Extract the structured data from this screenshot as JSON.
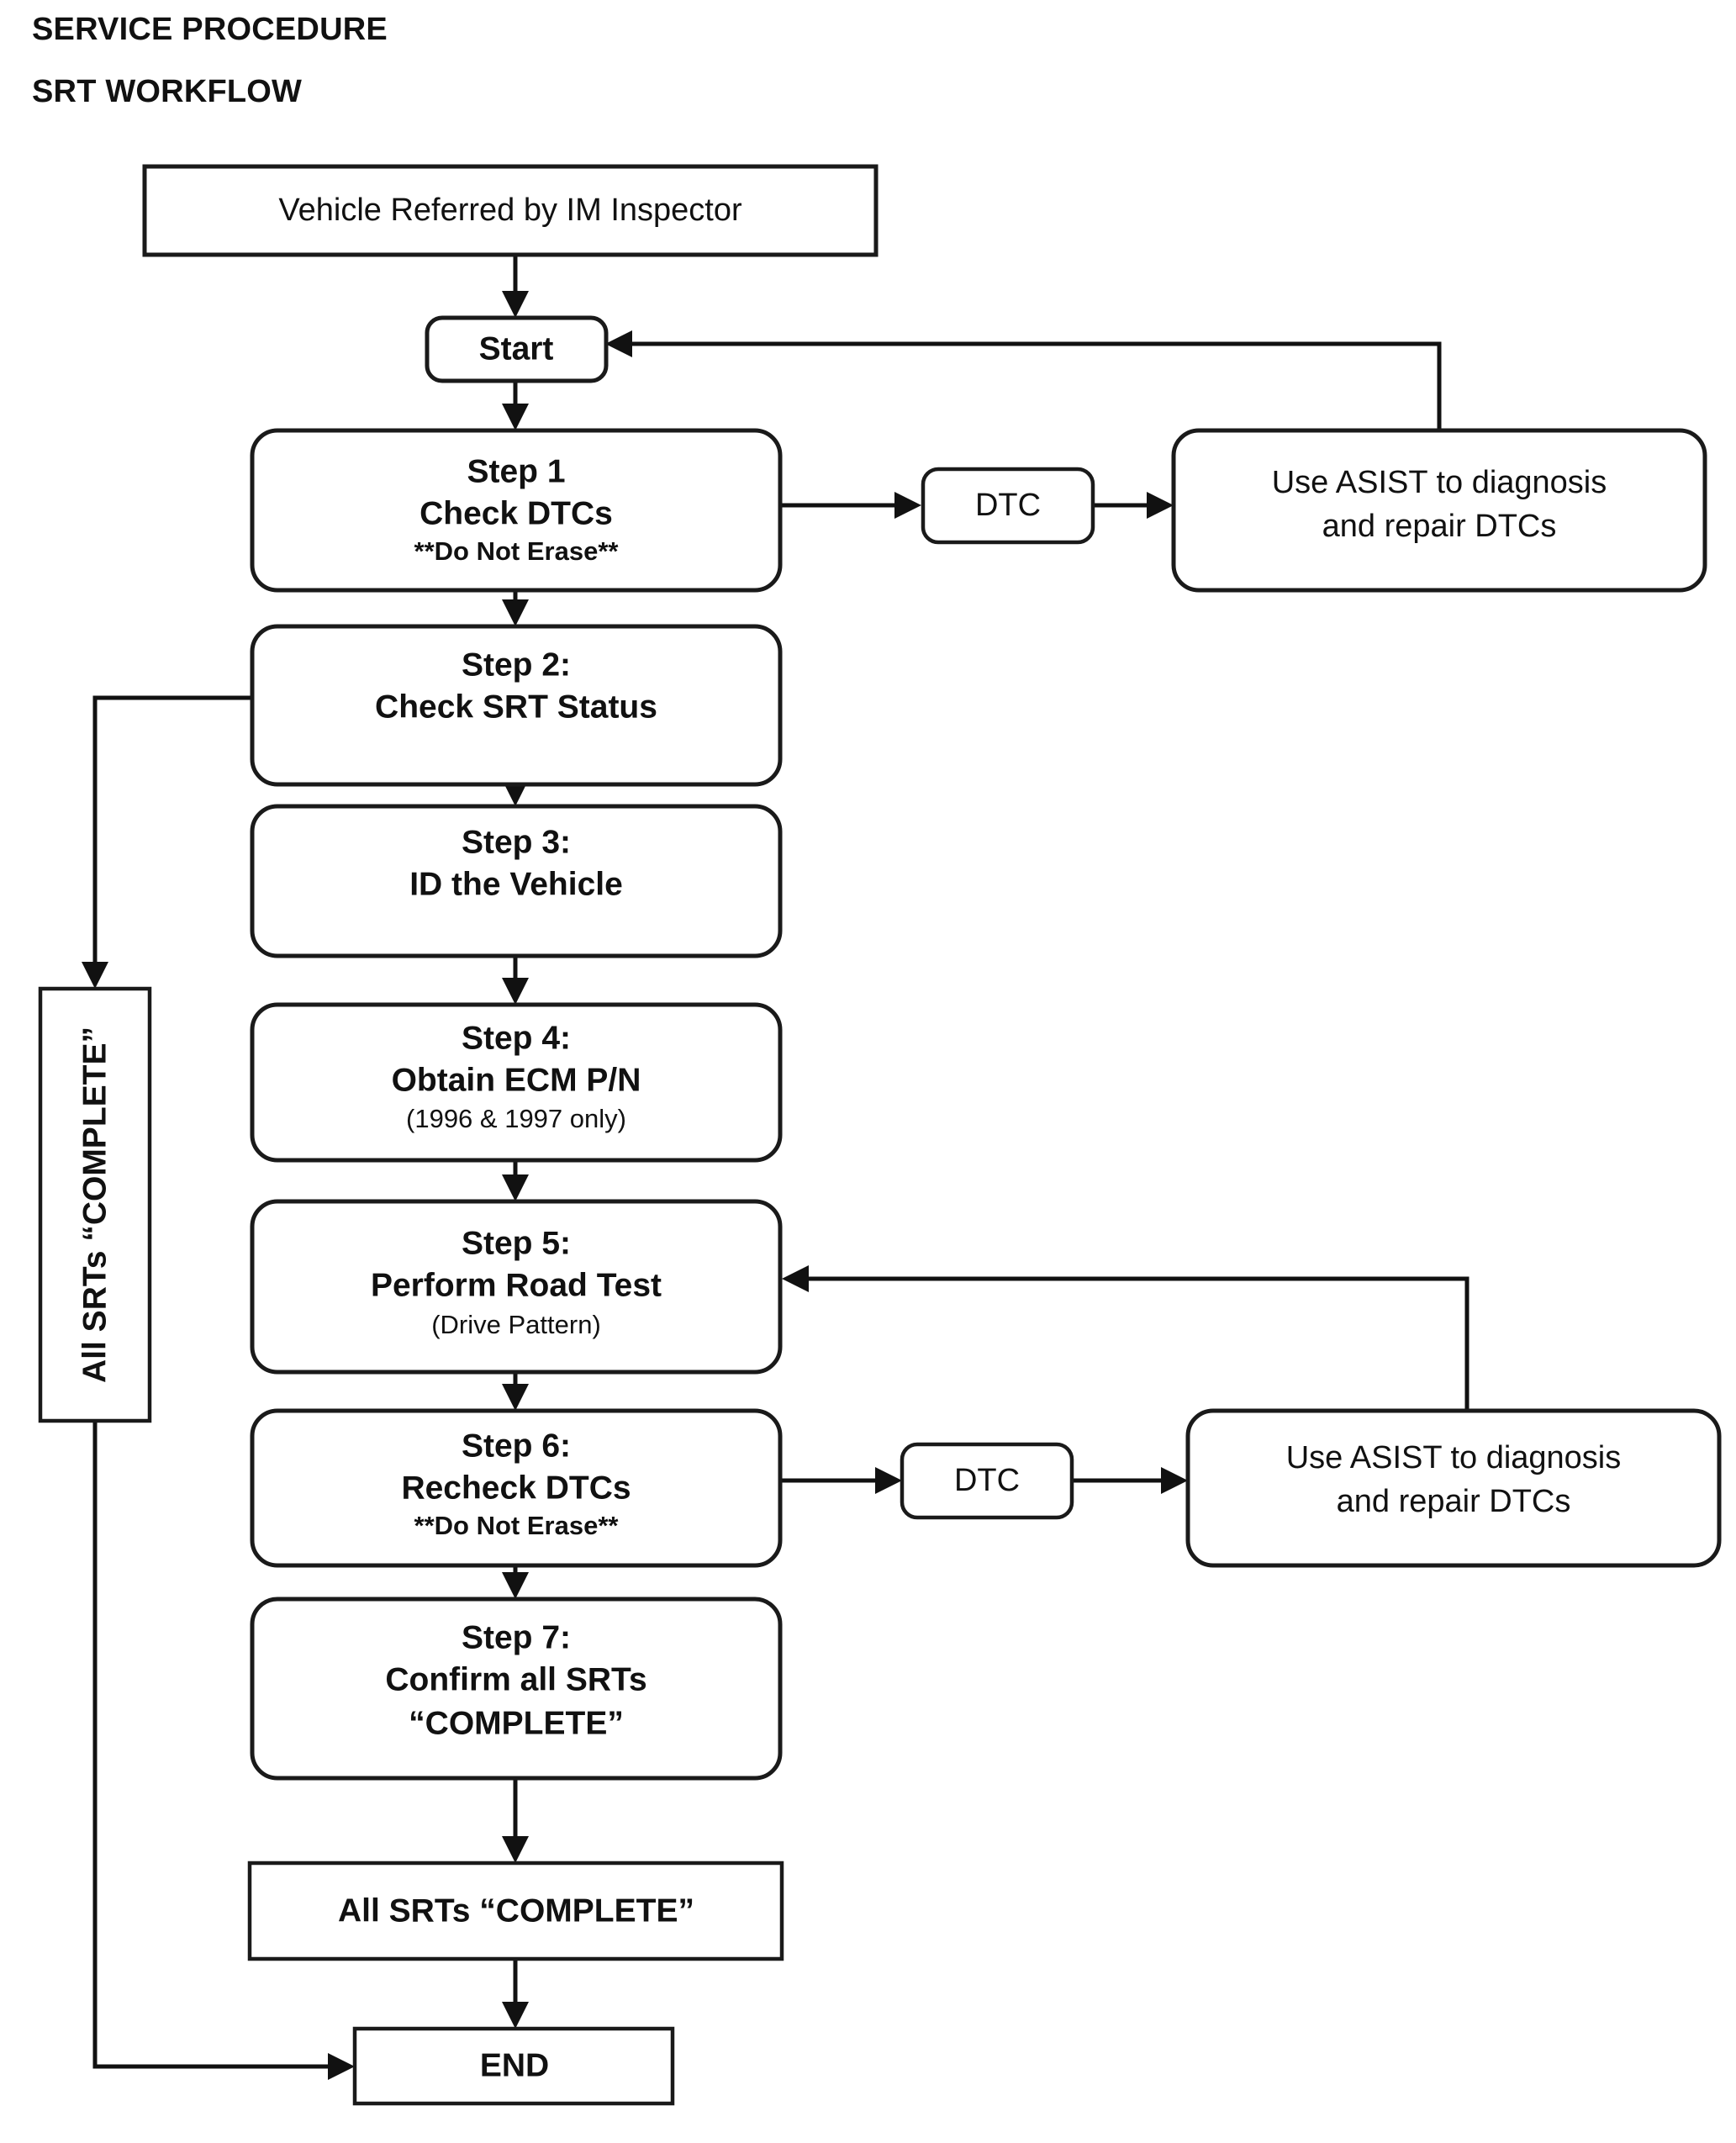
{
  "document": {
    "heading_1": "SERVICE PROCEDURE",
    "heading_2": "SRT WORKFLOW"
  },
  "chart_data": {
    "type": "diagram",
    "title": "SRT WORKFLOW",
    "subtitle": "SERVICE PROCEDURE",
    "nodes": [
      {
        "id": "referred",
        "label": "Vehicle Referred by IM Inspector",
        "shape": "rect",
        "bold": false
      },
      {
        "id": "start",
        "label": "Start",
        "shape": "round-rect",
        "bold": true
      },
      {
        "id": "step1",
        "label": "Step 1",
        "line2": "Check DTCs",
        "line3": "**Do Not Erase**",
        "shape": "round-rect",
        "bold": true
      },
      {
        "id": "dtc1",
        "label": "DTC",
        "shape": "round-rect",
        "bold": false
      },
      {
        "id": "asist1",
        "label": "Use ASIST to diagnosis",
        "line2": "and repair DTCs",
        "shape": "round-rect",
        "bold": false
      },
      {
        "id": "step2",
        "label": "Step 2:",
        "line2": "Check SRT Status",
        "shape": "round-rect",
        "bold": true
      },
      {
        "id": "step3",
        "label": "Step 3:",
        "line2": "ID the Vehicle",
        "shape": "round-rect",
        "bold": true
      },
      {
        "id": "step4",
        "label": "Step 4:",
        "line2": "Obtain ECM P/N",
        "line3": "(1996 & 1997 only)",
        "shape": "round-rect",
        "bold": true
      },
      {
        "id": "step5",
        "label": "Step 5:",
        "line2": "Perform Road Test",
        "line3": "(Drive Pattern)",
        "shape": "round-rect",
        "bold": true
      },
      {
        "id": "step6",
        "label": "Step 6:",
        "line2": "Recheck DTCs",
        "line3": "**Do Not Erase**",
        "shape": "round-rect",
        "bold": true
      },
      {
        "id": "dtc2",
        "label": "DTC",
        "shape": "round-rect",
        "bold": false
      },
      {
        "id": "asist2",
        "label": "Use ASIST to diagnosis",
        "line2": "and repair DTCs",
        "shape": "round-rect",
        "bold": false
      },
      {
        "id": "step7",
        "label": "Step 7:",
        "line2": "Confirm all SRTs",
        "line3": "“COMPLETE”",
        "shape": "round-rect",
        "bold": true
      },
      {
        "id": "allsrts",
        "label": "All SRTs “COMPLETE”",
        "shape": "rect",
        "bold": true
      },
      {
        "id": "end",
        "label": "END",
        "shape": "rect",
        "bold": true
      },
      {
        "id": "sidelabel",
        "label": "All SRTs “COMPLETE”",
        "shape": "rect-vertical",
        "bold": true
      }
    ],
    "edges": [
      {
        "from": "referred",
        "to": "start"
      },
      {
        "from": "start",
        "to": "step1"
      },
      {
        "from": "step1",
        "to": "dtc1"
      },
      {
        "from": "dtc1",
        "to": "asist1"
      },
      {
        "from": "asist1",
        "to": "start",
        "routing": "up-then-left"
      },
      {
        "from": "step1",
        "to": "step2"
      },
      {
        "from": "step2",
        "to": "sidelabel",
        "routing": "left-then-down"
      },
      {
        "from": "step2",
        "to": "step3"
      },
      {
        "from": "step3",
        "to": "step4"
      },
      {
        "from": "step4",
        "to": "step5"
      },
      {
        "from": "step5",
        "to": "step6"
      },
      {
        "from": "step6",
        "to": "dtc2"
      },
      {
        "from": "dtc2",
        "to": "asist2"
      },
      {
        "from": "asist2",
        "to": "step5",
        "routing": "up-then-left"
      },
      {
        "from": "step6",
        "to": "step7"
      },
      {
        "from": "step7",
        "to": "allsrts"
      },
      {
        "from": "allsrts",
        "to": "end"
      },
      {
        "from": "sidelabel",
        "to": "end",
        "routing": "down-then-right"
      }
    ]
  },
  "nodes": {
    "referred": {
      "text": "Vehicle Referred by IM Inspector"
    },
    "start": {
      "text": "Start"
    },
    "step1": {
      "l1": "Step 1",
      "l2": "Check DTCs",
      "l3": "**Do Not Erase**"
    },
    "dtc1": {
      "text": "DTC"
    },
    "asist1": {
      "l1": "Use ASIST to diagnosis",
      "l2": "and repair DTCs"
    },
    "step2": {
      "l1": "Step 2:",
      "l2": "Check SRT Status"
    },
    "step3": {
      "l1": "Step 3:",
      "l2": "ID the Vehicle"
    },
    "step4": {
      "l1": "Step 4:",
      "l2": "Obtain ECM P/N",
      "l3": "(1996 & 1997 only)"
    },
    "step5": {
      "l1": "Step 5:",
      "l2": "Perform Road Test",
      "l3": "(Drive Pattern)"
    },
    "step6": {
      "l1": "Step 6:",
      "l2": "Recheck DTCs",
      "l3": "**Do Not Erase**"
    },
    "dtc2": {
      "text": "DTC"
    },
    "asist2": {
      "l1": "Use ASIST to diagnosis",
      "l2": "and repair DTCs"
    },
    "step7": {
      "l1": "Step 7:",
      "l2": "Confirm all SRTs",
      "l3": "“COMPLETE”"
    },
    "allsrts": {
      "text": "All SRTs “COMPLETE”"
    },
    "end": {
      "text": "END"
    },
    "sidelabel": {
      "text": "All SRTs “COMPLETE”"
    }
  },
  "colors": {
    "background": "#ffffff",
    "stroke": "#1a1a1a",
    "text": "#111111"
  }
}
